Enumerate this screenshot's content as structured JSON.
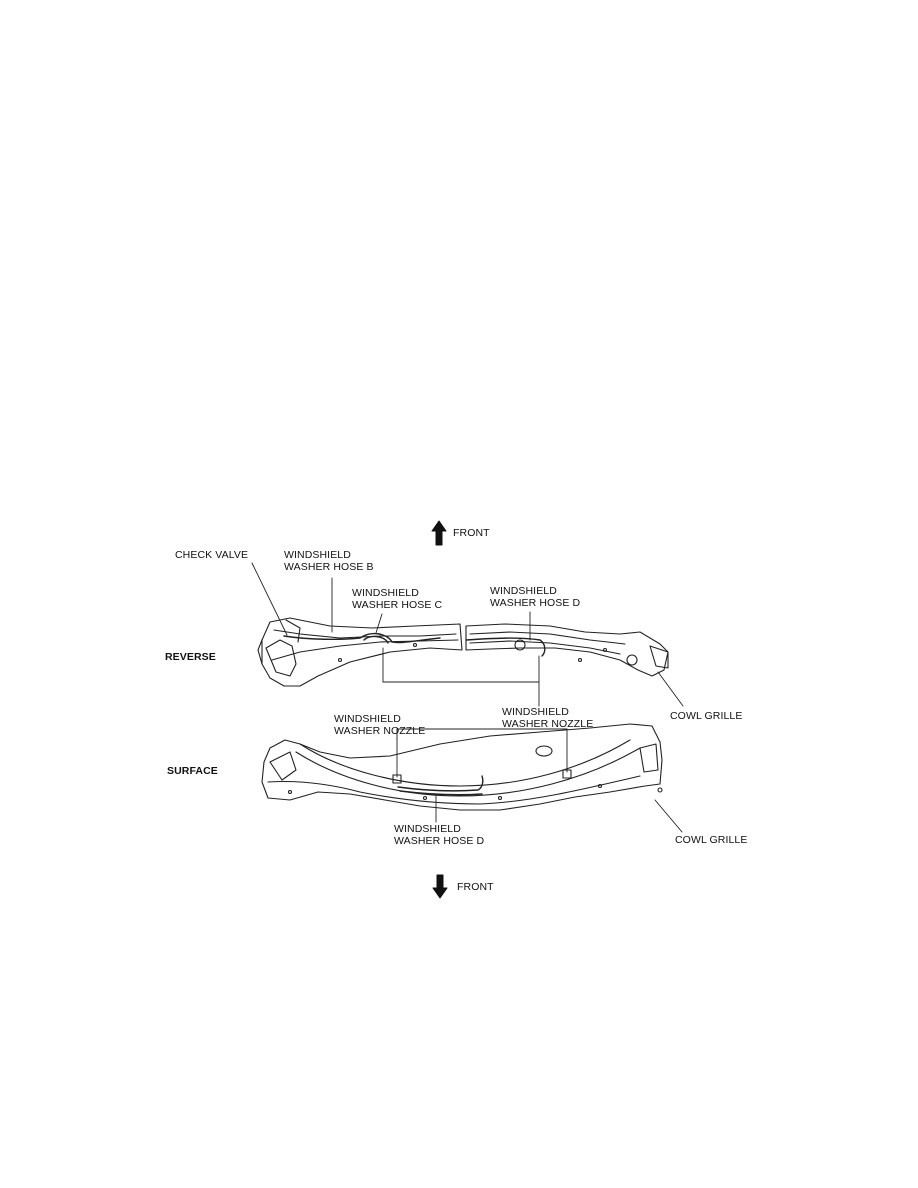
{
  "direction": {
    "top_label": "FRONT",
    "bottom_label": "FRONT",
    "top_icon": "arrow-up-icon",
    "bottom_icon": "arrow-down-icon"
  },
  "views": {
    "reverse": "REVERSE",
    "surface": "SURFACE"
  },
  "callouts": {
    "check_valve": "CHECK VALVE",
    "hose_b": [
      "WINDSHIELD",
      "WASHER HOSE B"
    ],
    "hose_c": [
      "WINDSHIELD",
      "WASHER HOSE C"
    ],
    "hose_d_reverse": [
      "WINDSHIELD",
      "WASHER HOSE D"
    ],
    "nozzle_reverse": [
      "WINDSHIELD",
      "WASHER NOZZLE"
    ],
    "cowl_grille_reverse": "COWL GRILLE",
    "nozzle_surface": [
      "WINDSHIELD",
      "WASHER NOZZLE"
    ],
    "hose_d_surface": [
      "WINDSHIELD",
      "WASHER HOSE D"
    ],
    "cowl_grille_surface": "COWL GRILLE"
  }
}
